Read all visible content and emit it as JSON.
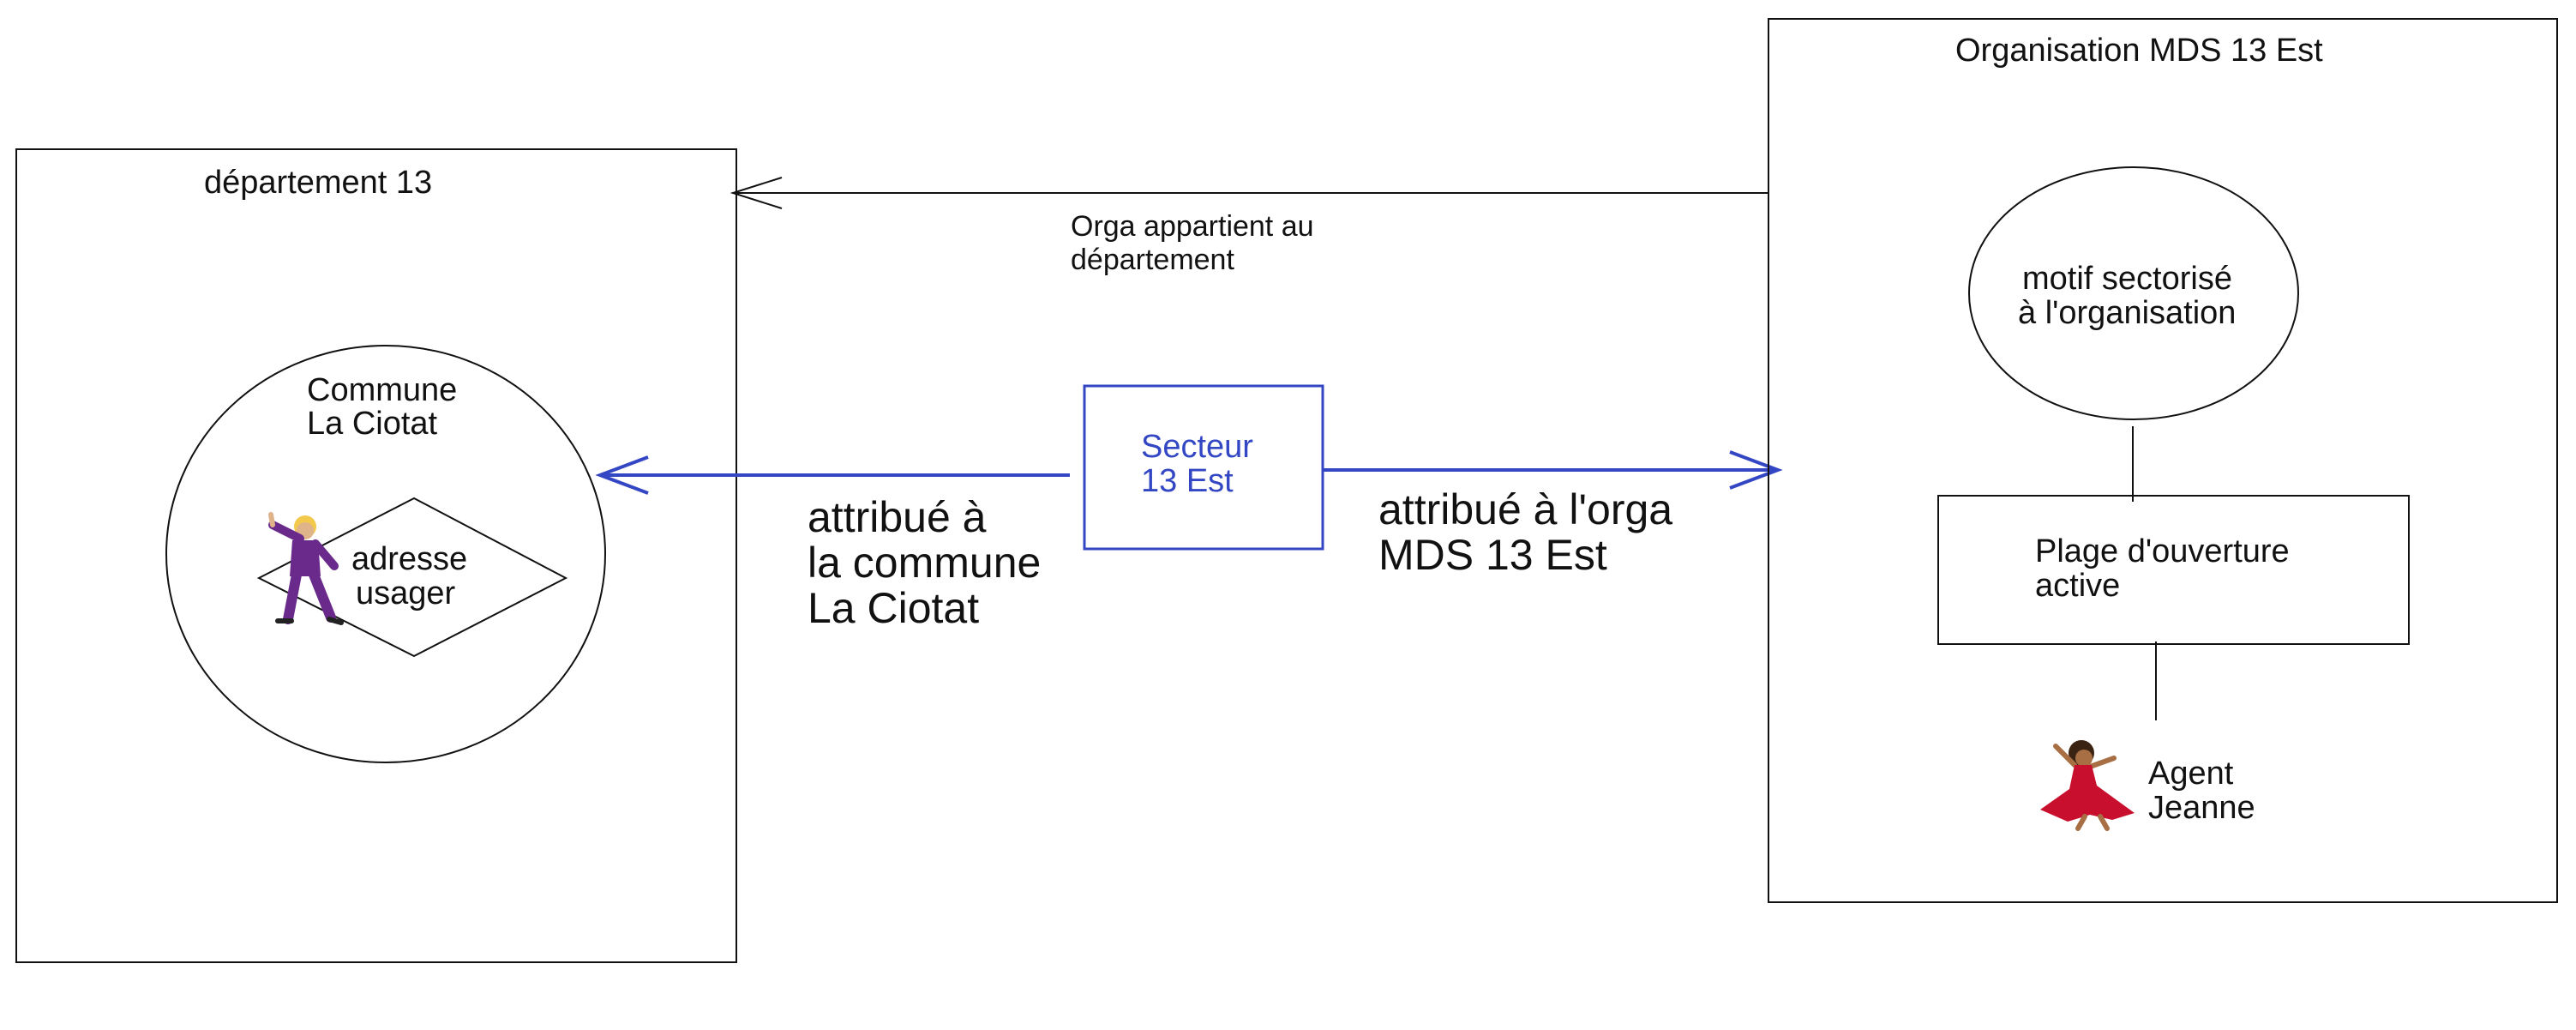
{
  "colors": {
    "stroke": "#111111",
    "accent_blue": "#3347c4",
    "user_figure": "#6a2a8c",
    "agent_dress": "#c8102e",
    "skin": "#e0b48a"
  },
  "departement": {
    "title": "département 13",
    "commune": {
      "line1": "Commune",
      "line2": "La Ciotat"
    },
    "adresse": {
      "line1": "adresse",
      "line2": "usager"
    },
    "user_icon": "person-pointing-icon"
  },
  "organisation": {
    "title": "Organisation MDS 13 Est",
    "motif": {
      "line1": "motif sectorisé",
      "line2": "à l'organisation"
    },
    "plage": {
      "line1": "Plage d'ouverture",
      "line2": "active"
    },
    "agent": {
      "line1": "Agent",
      "line2": "Jeanne",
      "icon": "dancer-icon"
    }
  },
  "secteur": {
    "line1": "Secteur",
    "line2": "13 Est"
  },
  "relations": {
    "orga_to_departement": {
      "line1": "Orga appartient au",
      "line2": "département"
    },
    "secteur_to_commune": {
      "line1": "attribué à",
      "line2": "la commune",
      "line3": "La Ciotat"
    },
    "secteur_to_orga": {
      "line1": "attribué à l'orga",
      "line2": "MDS 13 Est"
    }
  }
}
